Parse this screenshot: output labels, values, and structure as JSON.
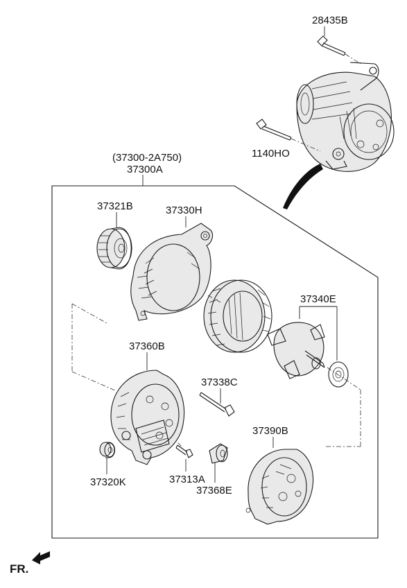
{
  "labels": {
    "bolt_top": "28435B",
    "bolt_mid": "1140HO",
    "assembly_alt": "(37300-2A750)",
    "assembly": "37300A",
    "pulley": "37321B",
    "front_bracket": "37330H",
    "rotor": "37340E",
    "rear_bracket": "37360B",
    "through_bolt": "37338C",
    "rear_cover": "37390B",
    "bearing": "37320K",
    "screw": "37313A",
    "holder": "37368E",
    "front_indicator": "FR."
  },
  "colors": {
    "line": "#1a1a1a",
    "background": "#ffffff",
    "arrow": "#111111"
  }
}
